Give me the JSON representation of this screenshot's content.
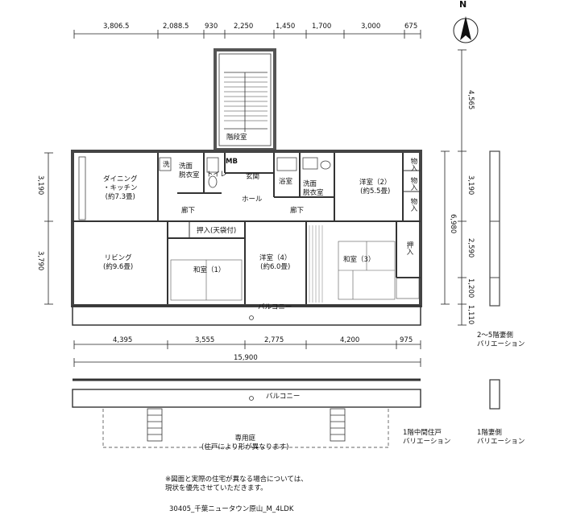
{
  "top_dims": [
    "3,806.5",
    "2,088.5",
    "930",
    "2,250",
    "1,450",
    "1,700",
    "3,000",
    "675"
  ],
  "bottom_dims": [
    "4,395",
    "3,555",
    "2,775",
    "4,200",
    "975"
  ],
  "total_width": "15,900",
  "left_dims": [
    "3,190",
    "3,790"
  ],
  "right_dims": [
    "4,565",
    "3,190",
    "2,590",
    "1,200",
    "1,110"
  ],
  "right_total": "6,980",
  "compass": "N",
  "rooms": {
    "stair": "階段室",
    "mb": "MB",
    "entrance": "玄関",
    "dining": "ダイニング\n・キッチン\n(約7.3畳)",
    "wash": "洗",
    "washroom": "洗面\n脱衣室",
    "toilet": "トイレ",
    "bath": "浴室",
    "washroom2": "洗面\n脱衣室",
    "western2": "洋室（2）\n(約5.5畳)",
    "closet": "物入",
    "hall": "ホール",
    "corridor1": "廊下",
    "corridor2": "廊下",
    "oshiire_top": "押入(天袋付)",
    "living": "リビング\n(約9.6畳)",
    "japanese1": "和室（1）",
    "western4": "洋室（4）\n(約6.0畳)",
    "japanese3": "和室（3）",
    "oshiire": "押入",
    "balcony": "バルコニー",
    "balcony2": "バルコニー",
    "garden": "専用庭\n(住戸により形が異なります)"
  },
  "variations": {
    "upper": "2～5階妻側\nバリエーション",
    "mid": "1階中間住戸\nバリエーション",
    "end": "1階妻側\nバリエーション"
  },
  "notes": "※図面と実際の住宅が異なる場合については、\n現状を優先させていただきます。",
  "caption": "30405_千葉ニュータウン原山_M_4LDK"
}
